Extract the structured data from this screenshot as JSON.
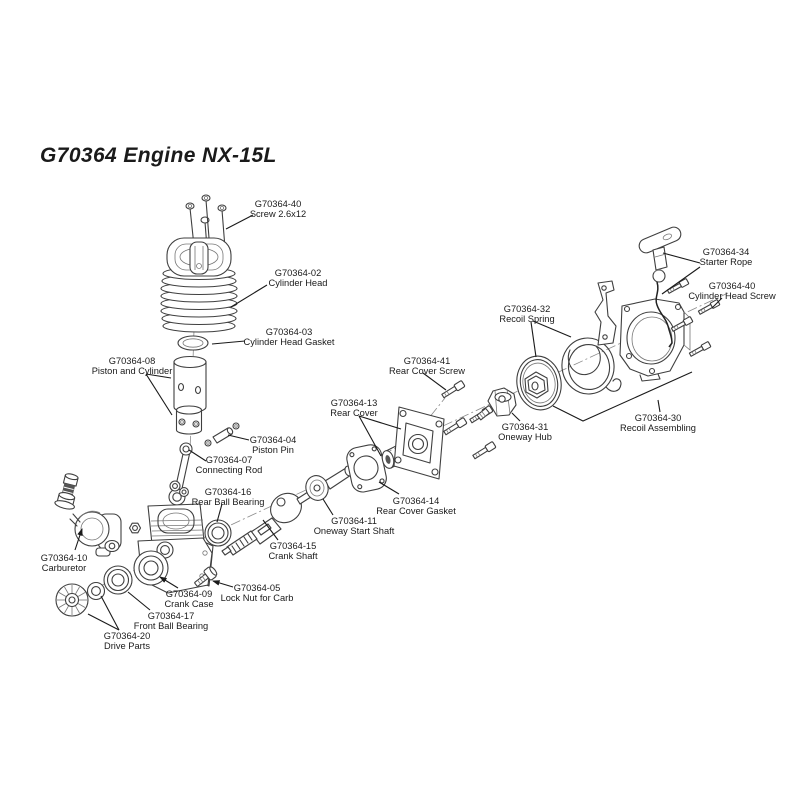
{
  "title": "G70364 Engine NX-15L",
  "colors": {
    "ink": "#1a1a1a",
    "line": "#3f3f3f",
    "light": "#8a8a8a",
    "bg": "#ffffff"
  },
  "diagram": {
    "labels": [
      {
        "id": "screw-2-6x12",
        "code": "G70364-40",
        "name": "Screw 2.6x12"
      },
      {
        "id": "cylinder-head",
        "code": "G70364-02",
        "name": "Cylinder Head"
      },
      {
        "id": "cylinder-head-gasket",
        "code": "G70364-03",
        "name": "Cylinder Head Gasket"
      },
      {
        "id": "piston-and-cylinder",
        "code": "G70364-08",
        "name": "Piston and Cylinder"
      },
      {
        "id": "piston-pin",
        "code": "G70364-04",
        "name": "Piston Pin"
      },
      {
        "id": "connecting-rod",
        "code": "G70364-07",
        "name": "Connecting Rod"
      },
      {
        "id": "rear-ball-bearing",
        "code": "G70364-16",
        "name": "Rear Ball Bearing"
      },
      {
        "id": "carburetor",
        "code": "G70364-10",
        "name": "Carburetor"
      },
      {
        "id": "crank-case",
        "code": "G70364-09",
        "name": "Crank Case"
      },
      {
        "id": "front-ball-bearing",
        "code": "G70364-17",
        "name": "Front Ball Bearing"
      },
      {
        "id": "drive-parts",
        "code": "G70364-20",
        "name": "Drive Parts"
      },
      {
        "id": "lock-nut-for-carb",
        "code": "G70364-05",
        "name": "Lock Nut for Carb"
      },
      {
        "id": "crank-shaft",
        "code": "G70364-15",
        "name": "Crank Shaft"
      },
      {
        "id": "oneway-start-shaft",
        "code": "G70364-11",
        "name": "Oneway Start Shaft"
      },
      {
        "id": "rear-cover-gasket",
        "code": "G70364-14",
        "name": "Rear Cover Gasket"
      },
      {
        "id": "rear-cover",
        "code": "G70364-13",
        "name": "Rear Cover"
      },
      {
        "id": "rear-cover-screw",
        "code": "G70364-41",
        "name": "Rear Cover Screw"
      },
      {
        "id": "oneway-hub",
        "code": "G70364-31",
        "name": "Oneway Hub"
      },
      {
        "id": "recoil-spring",
        "code": "G70364-32",
        "name": "Recoil Spring"
      },
      {
        "id": "recoil-assembling",
        "code": "G70364-30",
        "name": "Recoil Assembling"
      },
      {
        "id": "starter-rope",
        "code": "G70364-34",
        "name": "Starter Rope"
      },
      {
        "id": "cylinder-head-screw",
        "code": "G70364-40",
        "name": "Cylinder Head Screw"
      }
    ]
  }
}
